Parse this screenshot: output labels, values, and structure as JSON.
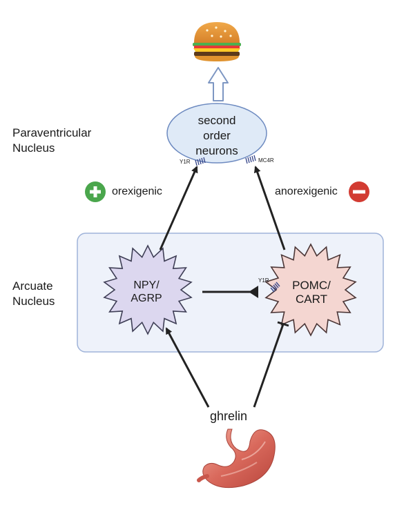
{
  "regions": {
    "paraventricular": {
      "line1": "Paraventricular",
      "line2": "Nucleus"
    },
    "arcuate": {
      "line1": "Arcuate",
      "line2": "Nucleus"
    }
  },
  "nodes": {
    "second_order": {
      "line1": "second",
      "line2": "order",
      "line3": "neurons"
    },
    "npy_agrp": {
      "line1": "NPY/",
      "line2": "AGRP"
    },
    "pomc_cart": {
      "line1": "POMC/",
      "line2": "CART"
    },
    "ghrelin": "ghrelin"
  },
  "receptors": {
    "y1r_second": "Y1R",
    "mc4r": "MC4R",
    "y1r_pomc": "Y1R"
  },
  "effects": {
    "orexigenic": "orexigenic",
    "anorexigenic": "anorexigenic"
  },
  "icons": {
    "food": "hamburger-icon",
    "stomach": "stomach-icon",
    "plus": "plus-circle-icon",
    "minus": "minus-circle-icon"
  },
  "colors": {
    "arcuate_box_fill": "#eef2fa",
    "arcuate_box_stroke": "#9fb3d9",
    "second_order_fill": "#dfeaf7",
    "npy_fill": "#dcd7ef",
    "pomc_fill": "#f4d6d1",
    "plus_green": "#4aa64c",
    "minus_red": "#d23b32",
    "arrow": "#222222"
  }
}
